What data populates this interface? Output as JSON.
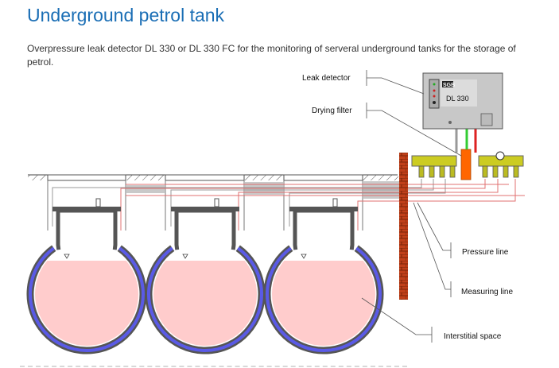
{
  "page": {
    "title": "Underground petrol tank",
    "description": "Overpressure leak detector DL 330 or DL 330 FC for the monitoring of serveral underground tanks for the storage of petrol."
  },
  "diagram": {
    "labels": {
      "leak_detector": "Leak detector",
      "drying_filter": "Drying filter",
      "pressure_line": "Pressure line",
      "measuring_line": "Measuring line",
      "interstitial_space": "Interstitial space"
    },
    "device": {
      "brand": "SGB",
      "model": "DL 330"
    },
    "tank_count": 3,
    "colors": {
      "title": "#1a6eb5",
      "liquid": "#ffcccc",
      "interstitial": "#5a5ae6",
      "tank_wall": "#555555",
      "pressure_line": "#e07070",
      "manifold": "#cccc22",
      "filter": "#ff6600",
      "wall_brick": "#c0401a",
      "device_body": "#c8c8c8"
    }
  }
}
